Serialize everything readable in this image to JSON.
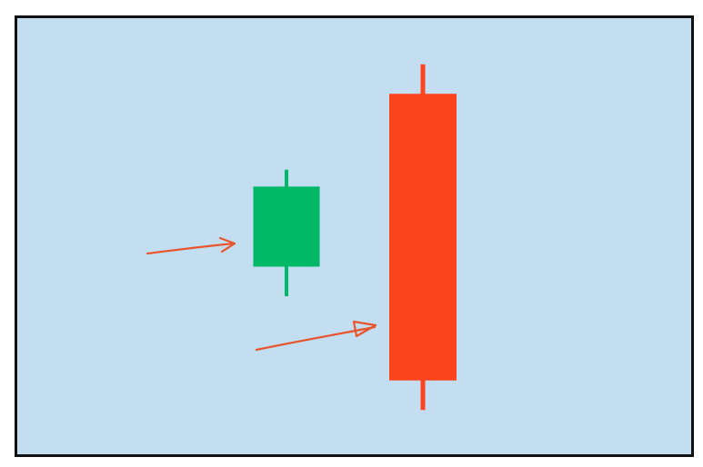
{
  "colors": {
    "background": "#c3ddf1",
    "border": "#111111",
    "bullish": "#00b865",
    "bearish": "#fc451d",
    "arrow": "#e8542c"
  },
  "chart_data": {
    "type": "candlestick",
    "title": "",
    "xlabel": "",
    "ylabel": "",
    "axes_visible": false,
    "grid": false,
    "legend": "none",
    "ylim": [
      0,
      100
    ],
    "candles": [
      {
        "label": "",
        "direction": "up",
        "open": 43,
        "close": 62,
        "high": 66,
        "low": 36,
        "color": "bullish"
      },
      {
        "label": "",
        "direction": "down",
        "open": 84,
        "close": 16,
        "high": 91,
        "low": 9,
        "color": "bearish"
      }
    ],
    "annotations": [
      {
        "type": "arrow",
        "target_candle": 0,
        "points_to": "body",
        "y": 51
      },
      {
        "type": "arrow",
        "target_candle": 1,
        "points_to": "body",
        "y": 32
      }
    ]
  }
}
